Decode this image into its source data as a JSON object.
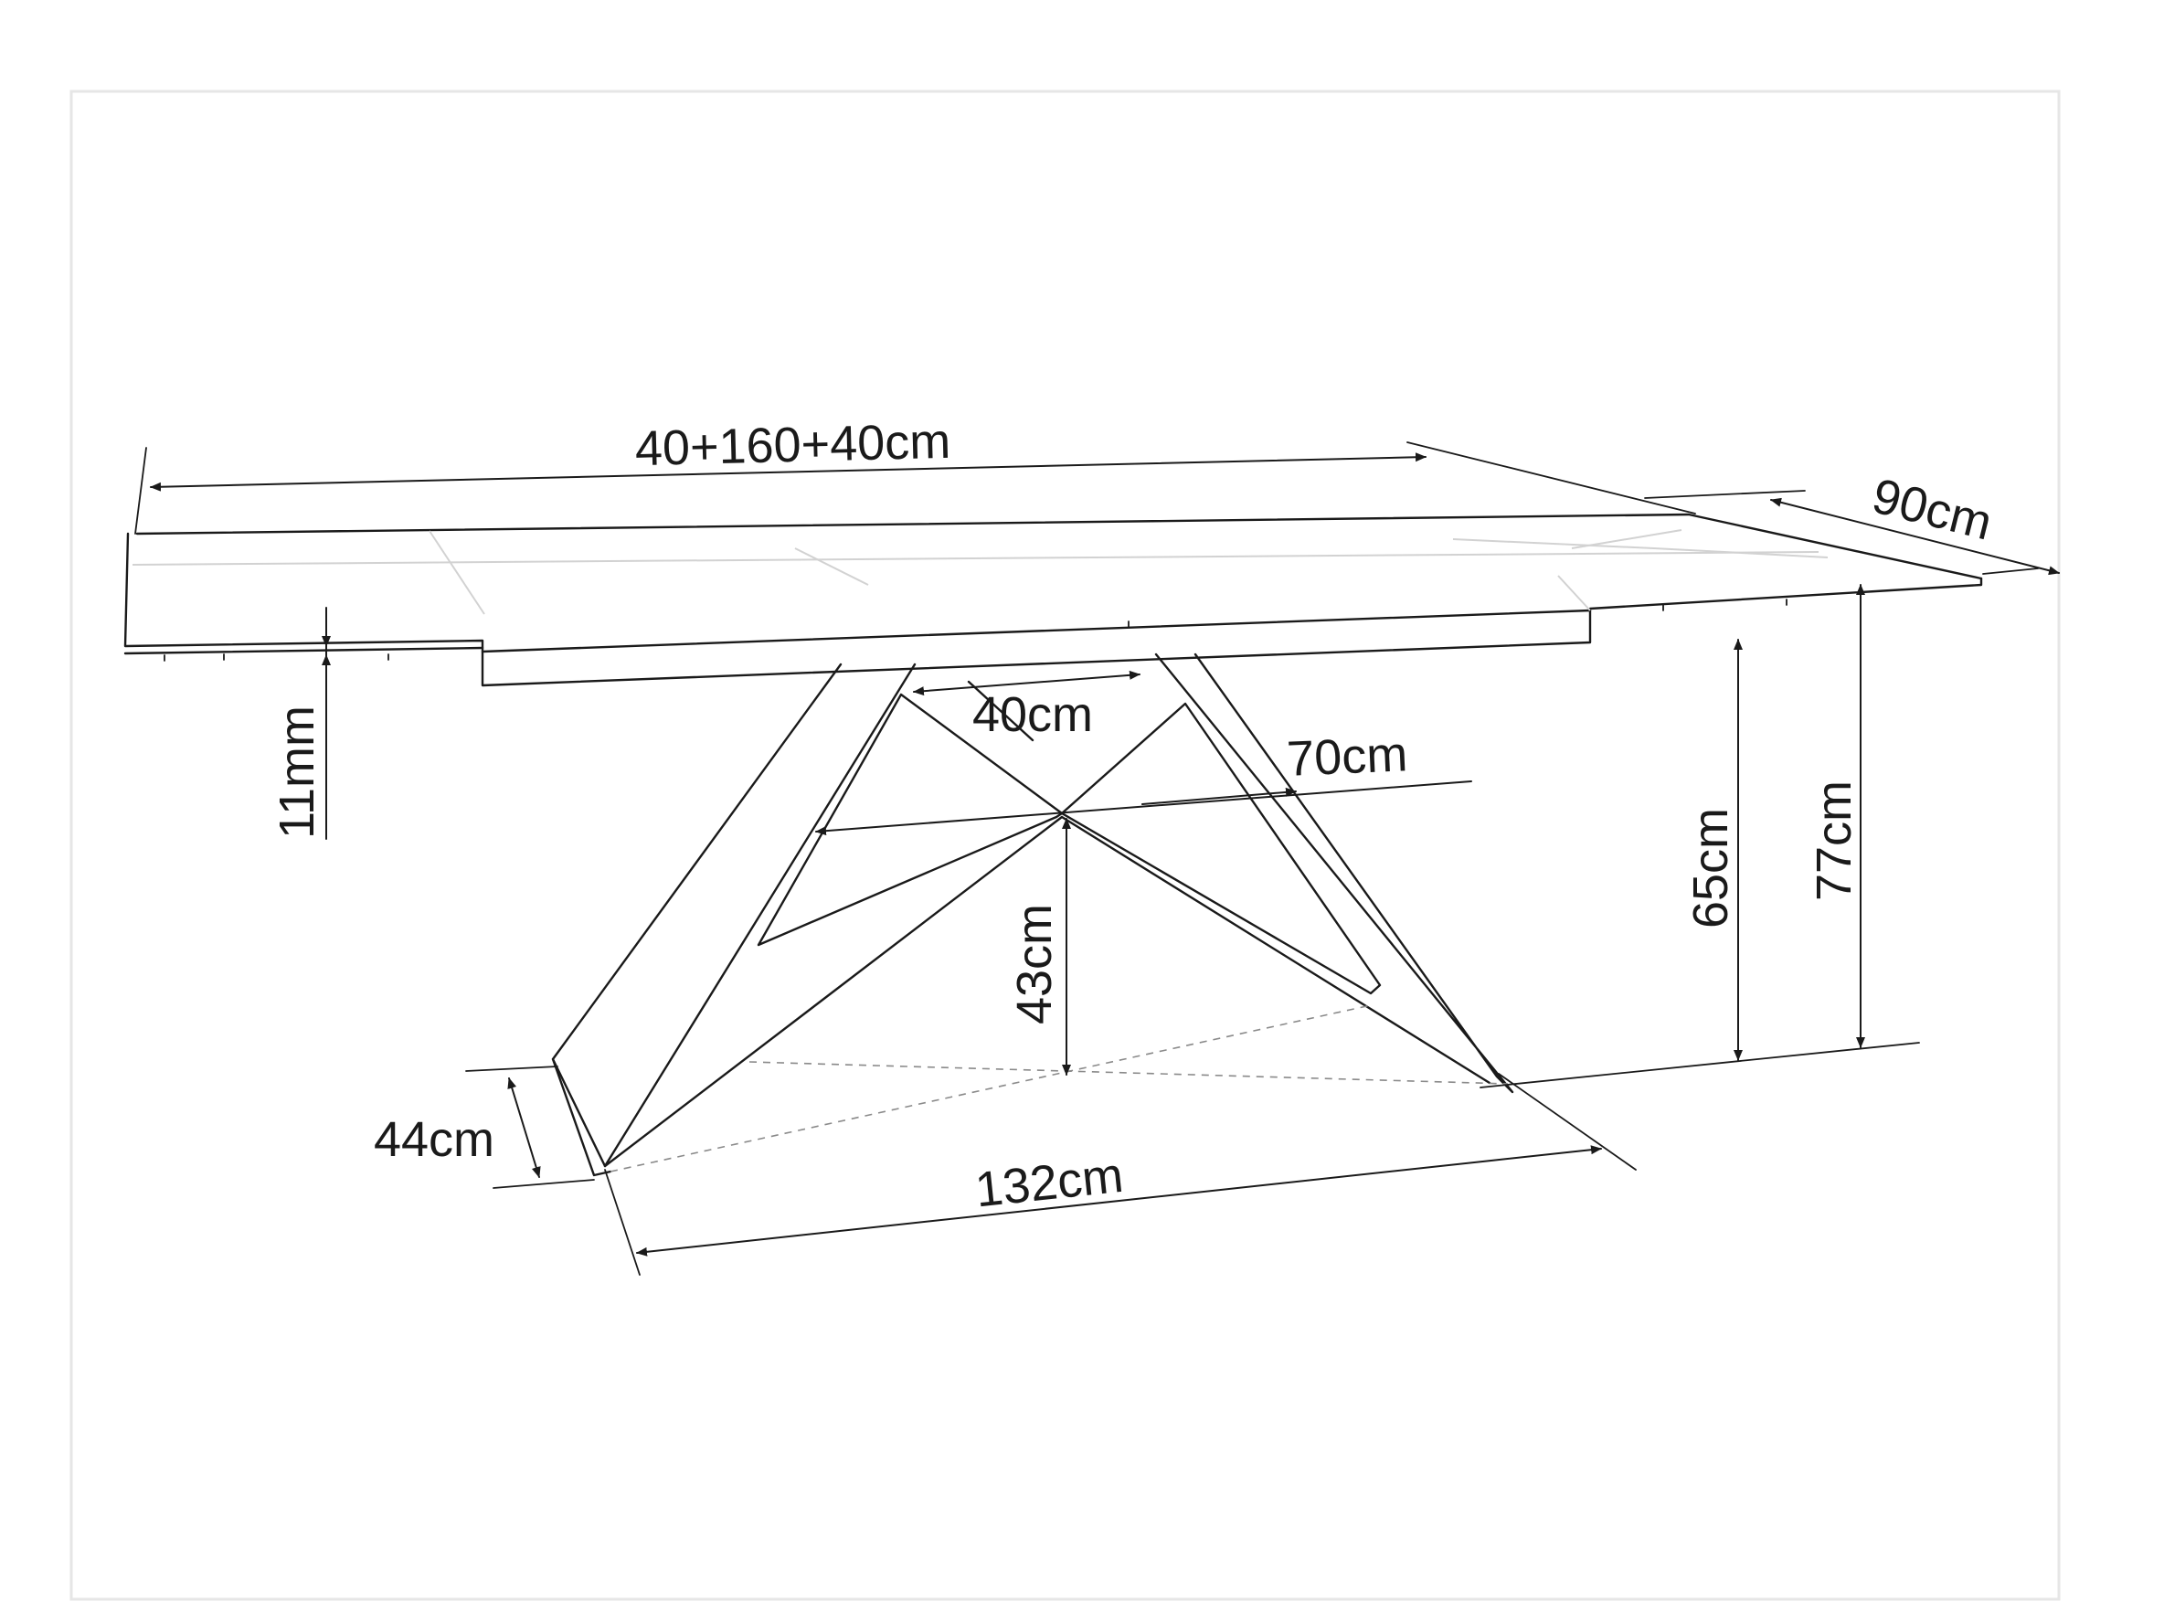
{
  "colors": {
    "line": "#1a1a1a",
    "background": "#ffffff",
    "frame": "#e6e6e6"
  },
  "dimensions": {
    "length": "40+160+40cm",
    "width": "90cm",
    "top_thickness": "11mm",
    "leg_top_span": "40cm",
    "leg_mid_span": "70cm",
    "crossing_height": "43cm",
    "underframe_height": "65cm",
    "total_height": "77cm",
    "foot_depth": "44cm",
    "foot_span": "132cm"
  }
}
